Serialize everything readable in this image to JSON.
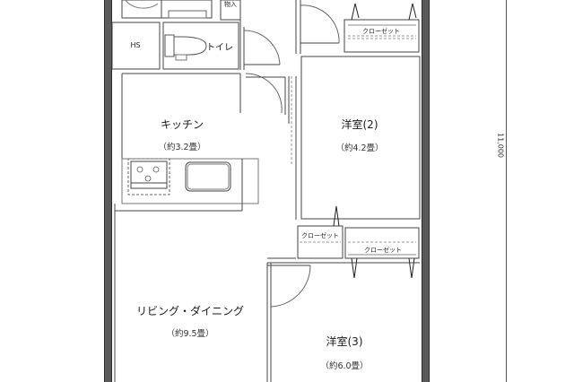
{
  "floorplan": {
    "rooms": [
      {
        "id": "kitchen",
        "name": "キッチン",
        "area": "（約3.2畳）"
      },
      {
        "id": "western2",
        "name": "洋室(2)",
        "area": "（約4.2畳）"
      },
      {
        "id": "living",
        "name": "リビング・ダイニング",
        "area": "（約9.5畳）"
      },
      {
        "id": "western3",
        "name": "洋室(3)",
        "area": "（約6.0畳）"
      }
    ],
    "labels": {
      "hs": "HS",
      "toilet": "トイレ",
      "storage": "物入",
      "closet_top": "クローゼット",
      "closet_mid_left": "クローゼット",
      "closet_mid_right": "クローゼット"
    },
    "dimension": {
      "height": "11,000"
    },
    "colors": {
      "wall": "#5a5a5a",
      "line": "#444444",
      "background": "#ffffff"
    }
  }
}
